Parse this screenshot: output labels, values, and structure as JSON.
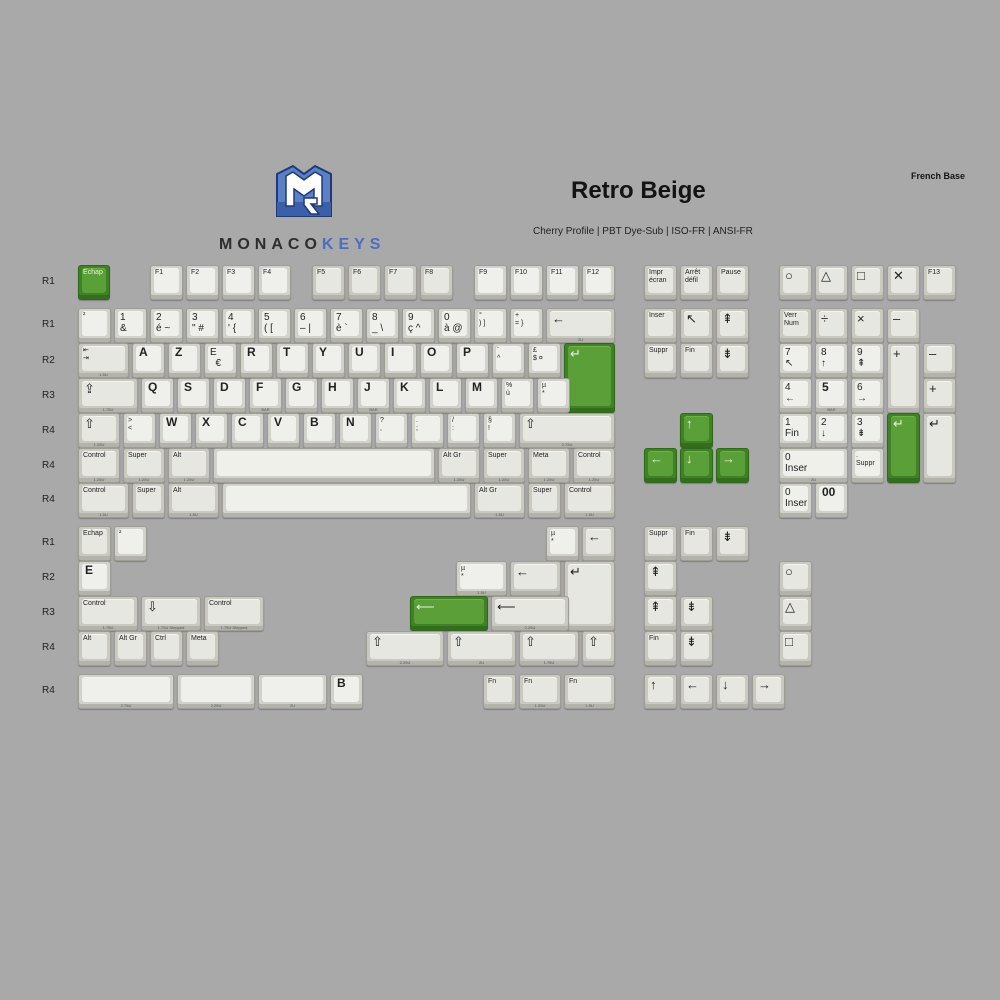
{
  "header": {
    "title": "Retro Beige",
    "subtitle": "Cherry Profile | PBT Dye-Sub | ISO-FR | ANSI-FR",
    "corner_label": "French Base",
    "brand_part1": "MONACO",
    "brand_part2": "KEYS",
    "brand_color": "#4a6ec0",
    "accent_color": "#5a9f37"
  },
  "row_labels": [
    "R1",
    "R1",
    "R2",
    "R3",
    "R4",
    "R4",
    "R4",
    "R1",
    "R2",
    "R3",
    "R4",
    "R4"
  ],
  "keys": [
    {
      "t": "Echap",
      "g": 1,
      "c": "mid-s"
    },
    {
      "t": "F1"
    },
    {
      "t": "F2"
    },
    {
      "t": "F3"
    },
    {
      "t": "F4"
    },
    {
      "t": "F5"
    },
    {
      "t": "F6"
    },
    {
      "t": "F7"
    },
    {
      "t": "F8"
    },
    {
      "t": "F9"
    },
    {
      "t": "F10"
    },
    {
      "t": "F11"
    },
    {
      "t": "F12"
    },
    {
      "t": "Impr\nécran"
    },
    {
      "t": "Arrêt\ndéfil"
    },
    {
      "t": "Pause"
    },
    {
      "t": "○"
    },
    {
      "t": "△"
    },
    {
      "t": "□"
    },
    {
      "t": "✕"
    },
    {
      "t": "F13"
    },
    {
      "t": "²"
    },
    {
      "t": "1\n&"
    },
    {
      "t": "2\né ~"
    },
    {
      "t": "3\n\" #"
    },
    {
      "t": "4\n' {"
    },
    {
      "t": "5\n( ["
    },
    {
      "t": "6\n– |"
    },
    {
      "t": "7\nè `"
    },
    {
      "t": "8\n_ \\"
    },
    {
      "t": "9\nç ^"
    },
    {
      "t": "0\nà @"
    },
    {
      "t": "°\n) ]"
    },
    {
      "t": "+\n= }"
    },
    {
      "t": "←",
      "s": "2U"
    },
    {
      "t": "Inser"
    },
    {
      "t": "↖"
    },
    {
      "t": "⇞"
    },
    {
      "t": "Verr\nNum"
    },
    {
      "t": "÷"
    },
    {
      "t": "×"
    },
    {
      "t": "–"
    },
    {
      "t": "⇤\n⇥",
      "s": "1.5U"
    },
    {
      "t": "A"
    },
    {
      "t": "Z"
    },
    {
      "t": "E\n  €"
    },
    {
      "t": "R"
    },
    {
      "t": "T"
    },
    {
      "t": "Y"
    },
    {
      "t": "U"
    },
    {
      "t": "I"
    },
    {
      "t": "O"
    },
    {
      "t": "P"
    },
    {
      "t": "¨\n^"
    },
    {
      "t": "£\n$ ¤"
    },
    {
      "t": "↵"
    },
    {
      "t": "Suppr"
    },
    {
      "t": "Fin"
    },
    {
      "t": "⇟"
    },
    {
      "t": "7\n↖"
    },
    {
      "t": "8\n↑"
    },
    {
      "t": "9\n⇞"
    },
    {
      "t": "+"
    },
    {
      "t": "–"
    },
    {
      "t": "⇪",
      "s": "1.75U"
    },
    {
      "t": "Q"
    },
    {
      "t": "S"
    },
    {
      "t": "D"
    },
    {
      "t": "F",
      "s": "BAR"
    },
    {
      "t": "G"
    },
    {
      "t": "H"
    },
    {
      "t": "J",
      "s": "BAR"
    },
    {
      "t": "K"
    },
    {
      "t": "L"
    },
    {
      "t": "M"
    },
    {
      "t": "%\nù"
    },
    {
      "t": "µ\n*"
    },
    {
      "t": "4\n←"
    },
    {
      "t": "5",
      "s": "BAR"
    },
    {
      "t": "6\n→"
    },
    {
      "t": "+"
    },
    {
      "t": "⇧",
      "s": "1.25U"
    },
    {
      "t": ">\n<"
    },
    {
      "t": "W"
    },
    {
      "t": "X"
    },
    {
      "t": "C"
    },
    {
      "t": "V"
    },
    {
      "t": "B"
    },
    {
      "t": "N"
    },
    {
      "t": "?\n,"
    },
    {
      "t": ".\n;"
    },
    {
      "t": "/\n:"
    },
    {
      "t": "§\n!"
    },
    {
      "t": "⇧",
      "s": "2.75U"
    },
    {
      "t": "↑"
    },
    {
      "t": "1\nFin"
    },
    {
      "t": "2\n↓"
    },
    {
      "t": "3\n⇟"
    },
    {
      "t": "↵"
    },
    {
      "t": "↵"
    },
    {
      "t": "Control",
      "s": "1.25U"
    },
    {
      "t": "Super",
      "s": "1.25U"
    },
    {
      "t": "Alt",
      "s": "1.25U"
    },
    {
      "t": ""
    },
    {
      "t": "Alt Gr",
      "s": "1.25U"
    },
    {
      "t": "Super",
      "s": "1.25U"
    },
    {
      "t": "Meta",
      "s": "1.25U"
    },
    {
      "t": "Control",
      "s": "1.25U"
    },
    {
      "t": "←"
    },
    {
      "t": "↓"
    },
    {
      "t": "→"
    },
    {
      "t": "0\nInser",
      "s": "2U"
    },
    {
      "t": ".\nSuppr"
    },
    {
      "t": "Control",
      "s": "1.5U"
    },
    {
      "t": "Super"
    },
    {
      "t": "Alt",
      "s": "1.5U"
    },
    {
      "t": ""
    },
    {
      "t": "Alt Gr",
      "s": "1.5U"
    },
    {
      "t": "Super"
    },
    {
      "t": "Control",
      "s": "1.5U"
    },
    {
      "t": "0\nInser"
    },
    {
      "t": "00"
    },
    {
      "t": "Echap"
    },
    {
      "t": "²"
    },
    {
      "t": "µ\n*"
    },
    {
      "t": "←"
    },
    {
      "t": "Suppr"
    },
    {
      "t": "Fin"
    },
    {
      "t": "⇟"
    },
    {
      "t": "E"
    },
    {
      "t": "µ\n*",
      "s": "1.5U"
    },
    {
      "t": "←"
    },
    {
      "t": "↵"
    },
    {
      "t": "⇞"
    },
    {
      "t": "○"
    },
    {
      "t": "Control",
      "s": "1.75U"
    },
    {
      "t": "⇩",
      "s": "1.75U Stepped"
    },
    {
      "t": "Control",
      "s": "1.75U Stepped"
    },
    {
      "t": "⟵",
      "s": "2.75U"
    },
    {
      "t": "⟵",
      "s": "2.25U"
    },
    {
      "t": "⇞"
    },
    {
      "t": "⇟"
    },
    {
      "t": "△"
    },
    {
      "t": "Alt"
    },
    {
      "t": "Alt Gr"
    },
    {
      "t": "Ctrl"
    },
    {
      "t": "Meta"
    },
    {
      "t": "⇧",
      "s": "2.25U"
    },
    {
      "t": "⇧",
      "s": "2U"
    },
    {
      "t": "⇧",
      "s": "1.75U"
    },
    {
      "t": "⇧"
    },
    {
      "t": "Fin"
    },
    {
      "t": "⇟"
    },
    {
      "t": "□"
    },
    {
      "t": "",
      "s": "2.75U"
    },
    {
      "t": "",
      "s": "2.25U"
    },
    {
      "t": "",
      "s": "2U"
    },
    {
      "t": "B"
    },
    {
      "t": "Fn"
    },
    {
      "t": "Fn",
      "s": "1.25U"
    },
    {
      "t": "Fn",
      "s": "1.5U"
    },
    {
      "t": "↑"
    },
    {
      "t": "←"
    },
    {
      "t": "↓"
    },
    {
      "t": "→"
    }
  ]
}
